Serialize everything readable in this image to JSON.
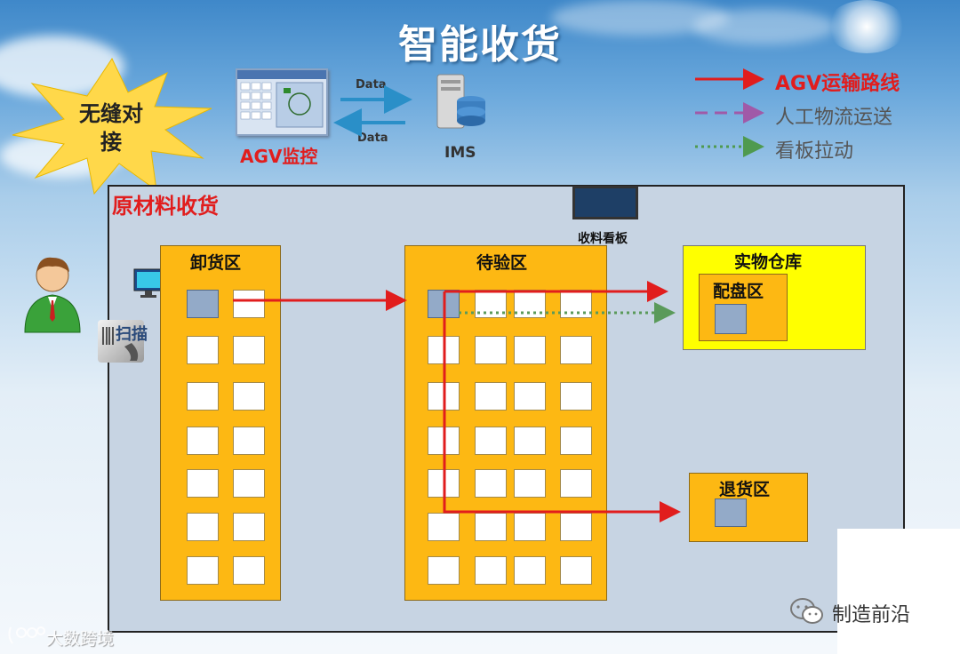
{
  "title": "智能收货",
  "starburst_text": [
    "无缝对",
    "接"
  ],
  "system": {
    "agv_monitor_label": "AGV监控",
    "ims_label": "IMS",
    "data_top": "Data",
    "data_bottom": "Data"
  },
  "legend": [
    {
      "label": "AGV运输路线",
      "style": "solid",
      "color": "#e11d1d"
    },
    {
      "label": "人工物流运送",
      "style": "dashed",
      "color": "#a05aa8"
    },
    {
      "label": "看板拉动",
      "style": "dotted",
      "color": "#4f9a4f"
    }
  ],
  "area_title": "原材料收货",
  "board_label": "收料看板",
  "scan_label": "扫描",
  "zones": {
    "unload": "卸货区",
    "inspect": "待验区",
    "warehouse": "实物仓库",
    "tray": "配盘区",
    "return": "退货区"
  },
  "watermarks": {
    "right": "制造前沿",
    "left": "大数跨境"
  },
  "colors": {
    "zone": "#fdb813",
    "warehouse": "#ffff00",
    "agv_route": "#e11d1d",
    "kanban_route": "#4f9a4f",
    "area_bg": "#c7d4e3"
  }
}
